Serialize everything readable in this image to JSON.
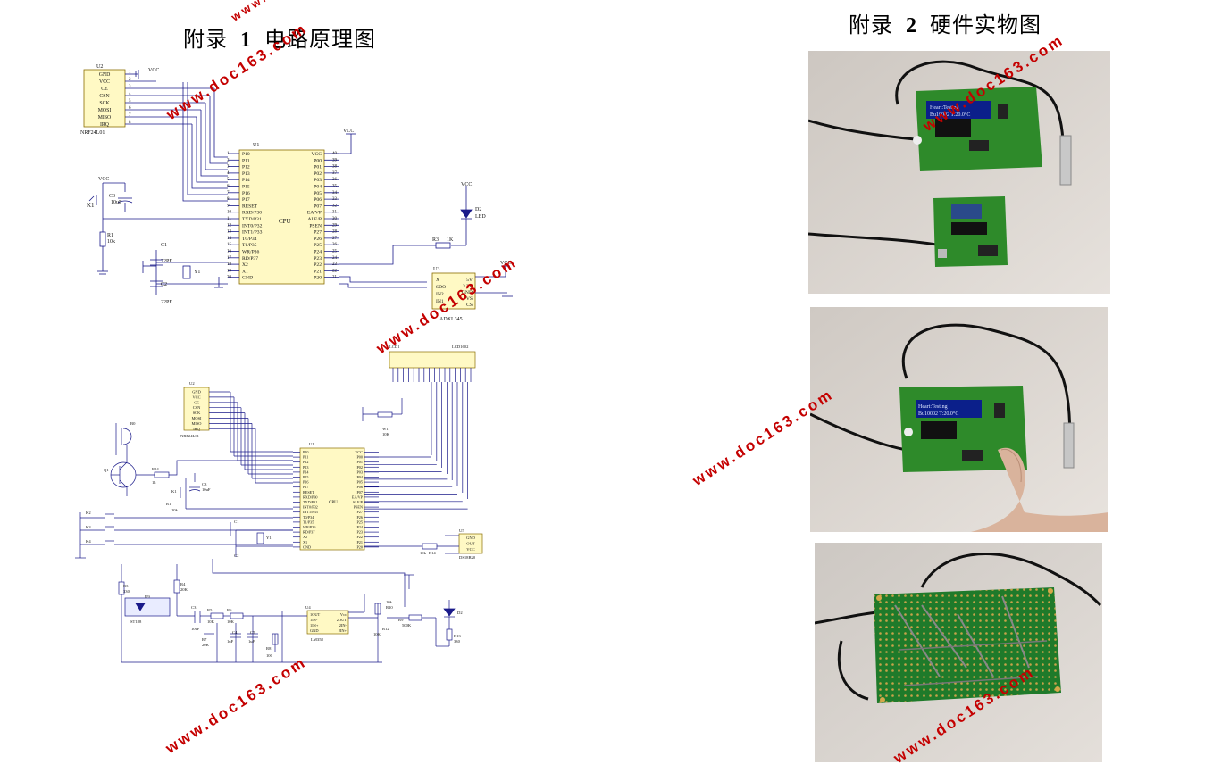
{
  "appendix1": {
    "prefix": "附录",
    "num": "1",
    "title": "电路原理图"
  },
  "appendix2": {
    "prefix": "附录",
    "num": "2",
    "title": "硬件实物图"
  },
  "watermark": "www.doc163.com",
  "schematic1": {
    "u2_ref": "U2",
    "u2_name": "NRF24L01",
    "u2_pins": [
      "GND",
      "VCC",
      "CE",
      "CSN",
      "SCK",
      "MOSI",
      "MISO",
      "IRQ"
    ],
    "u1_ref": "U1",
    "cpu_label": "CPU",
    "cpu_left_pins": [
      "P10",
      "P11",
      "P12",
      "P13",
      "P14",
      "P15",
      "P16",
      "P17",
      "RESET",
      "RXD/P30",
      "TXD/P31",
      "INT0/P32",
      "INT1/P33",
      "T0/P34",
      "T1/P35",
      "WR/P36",
      "RD/P37",
      "X2",
      "X1",
      "GND"
    ],
    "cpu_right_pins": [
      "VCC",
      "P00",
      "P01",
      "P02",
      "P03",
      "P04",
      "P05",
      "P06",
      "P07",
      "EA/VP",
      "ALE/P",
      "PSEN",
      "P27",
      "P26",
      "P25",
      "P24",
      "P23",
      "P22",
      "P21",
      "P20"
    ],
    "cpu_right_nums": [
      "40",
      "39",
      "38",
      "37",
      "36",
      "35",
      "34",
      "33",
      "32",
      "31",
      "30",
      "29",
      "28",
      "27",
      "26",
      "25",
      "24",
      "23",
      "22",
      "21"
    ],
    "vcc": "VCC",
    "k1": "K1",
    "c3": "C3",
    "c3_val": "10uF",
    "r1": "R1",
    "r1_val": "10k",
    "c1": "C1",
    "c1_val": "22PF",
    "c2": "C2",
    "c2_val": "22PF",
    "y1": "Y1",
    "d2": "D2",
    "d2_name": "LED",
    "r3": "R3",
    "r3_val": "1K",
    "u3_ref": "U3",
    "u3_name": "ADXL345",
    "u3_left": [
      "X",
      "SDO",
      "IN2",
      "IN1"
    ],
    "u3_right": [
      "5V",
      "3.3V",
      "GND",
      "VS",
      "CS"
    ]
  },
  "schematic2": {
    "lcd_ref": "LCD1",
    "lcd_name": "LCD1602",
    "u2_ref": "U2",
    "u2_name": "NRF24L01",
    "u1_ref": "U1",
    "cpu_label": "CPU",
    "w1": "W1",
    "w1_val": "10K",
    "b0": "B0",
    "q1": "Q1",
    "r14": "R14",
    "r14_val": "1k",
    "k1": "K1",
    "c3": "C3",
    "c3_val": "10uF",
    "r1": "R1",
    "r1_val": "10k",
    "k2": "K2",
    "k3": "K3",
    "k4": "K4",
    "c1": "C1",
    "c2": "C2",
    "y1": "Y1",
    "u5": "U5",
    "u5_name": "DS18B20",
    "u5_pins": [
      "GND",
      "OUT",
      "VCC"
    ],
    "r15": "R14",
    "r15_val": "10k",
    "r3": "R3",
    "r3_val": "330",
    "r4": "R4",
    "r4_val": "20K",
    "u9": "U9",
    "u9_name": "ST188",
    "r5": "R5",
    "r5_val": "10K",
    "r6": "R6",
    "r6_val": "10K",
    "r7": "R7",
    "r7_val": "20K",
    "c4": "C4",
    "c4_val": "1uF",
    "c5": "C5",
    "c5_val": "1uF",
    "c3b": "C3",
    "c3b_val": "10uF",
    "u4": "U4",
    "u4_name": "LM358",
    "u4_left": [
      "1OUT",
      "1IN-",
      "1IN+",
      "GND"
    ],
    "u4_right": [
      "Vcc",
      "2OUT",
      "2IN-",
      "2IN+"
    ],
    "r10": "R10",
    "r10_val": "10k",
    "r12": "R12",
    "r12_val": "10K",
    "r8": "R8",
    "r8_val": "100",
    "r13": "R13",
    "r13_val": "330",
    "d2": "D2",
    "r9": "R9",
    "r9_val": "500K"
  },
  "photos": {
    "lcd1_line1": "Heart:Testing",
    "lcd1_line2": "Bu10002 T:20.0°C",
    "lcd2_line1": "Heart:Testing",
    "lcd2_line2": "Bu10002 T:20.0°C"
  }
}
